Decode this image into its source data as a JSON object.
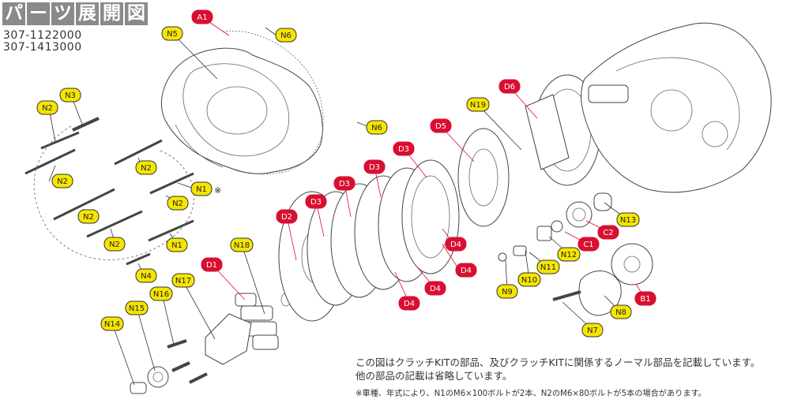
{
  "header": {
    "title_chars": [
      "パ",
      "ー",
      "ツ",
      "展",
      "開",
      "図"
    ],
    "part_numbers": [
      "307-1122000",
      "307-1413000"
    ]
  },
  "colors": {
    "yellow_tag": "#f6e500",
    "red_tag": "#d90f32",
    "title_tile": "#8a8a8a"
  },
  "callouts": {
    "A1": "A1",
    "N5": "N5",
    "N6a": "N6",
    "N6b": "N6",
    "N2a": "N2",
    "N3": "N3",
    "N2b": "N2",
    "N2c": "N2",
    "N2d": "N2",
    "N2e": "N2",
    "N2f": "N2",
    "N1a": "N1",
    "N1b": "N1",
    "N4": "N4",
    "D1": "D1",
    "N18": "N18",
    "N17": "N17",
    "N16": "N16",
    "N15": "N15",
    "N14": "N14",
    "D2": "D2",
    "D3a": "D3",
    "D3b": "D3",
    "D3c": "D3",
    "D3d": "D3",
    "D4a": "D4",
    "D4b": "D4",
    "D4c": "D4",
    "D4d": "D4",
    "D5": "D5",
    "N19": "N19",
    "D6": "D6",
    "N13": "N13",
    "C2": "C2",
    "C1": "C1",
    "N12": "N12",
    "N11": "N11",
    "N10": "N10",
    "N9": "N9",
    "B1": "B1",
    "N8": "N8",
    "N7": "N7"
  },
  "n1_mark": "※",
  "notes": {
    "line1": "この図はクラッチKITの部品、及びクラッチKITに関係するノーマル部品を記載しています。",
    "line2": "他の部品の記載は省略しています。",
    "line3": "※車種、年式により、N1のM6×100ボルトが2本、N2のM6×80ボルトが5本の場合があります。"
  }
}
